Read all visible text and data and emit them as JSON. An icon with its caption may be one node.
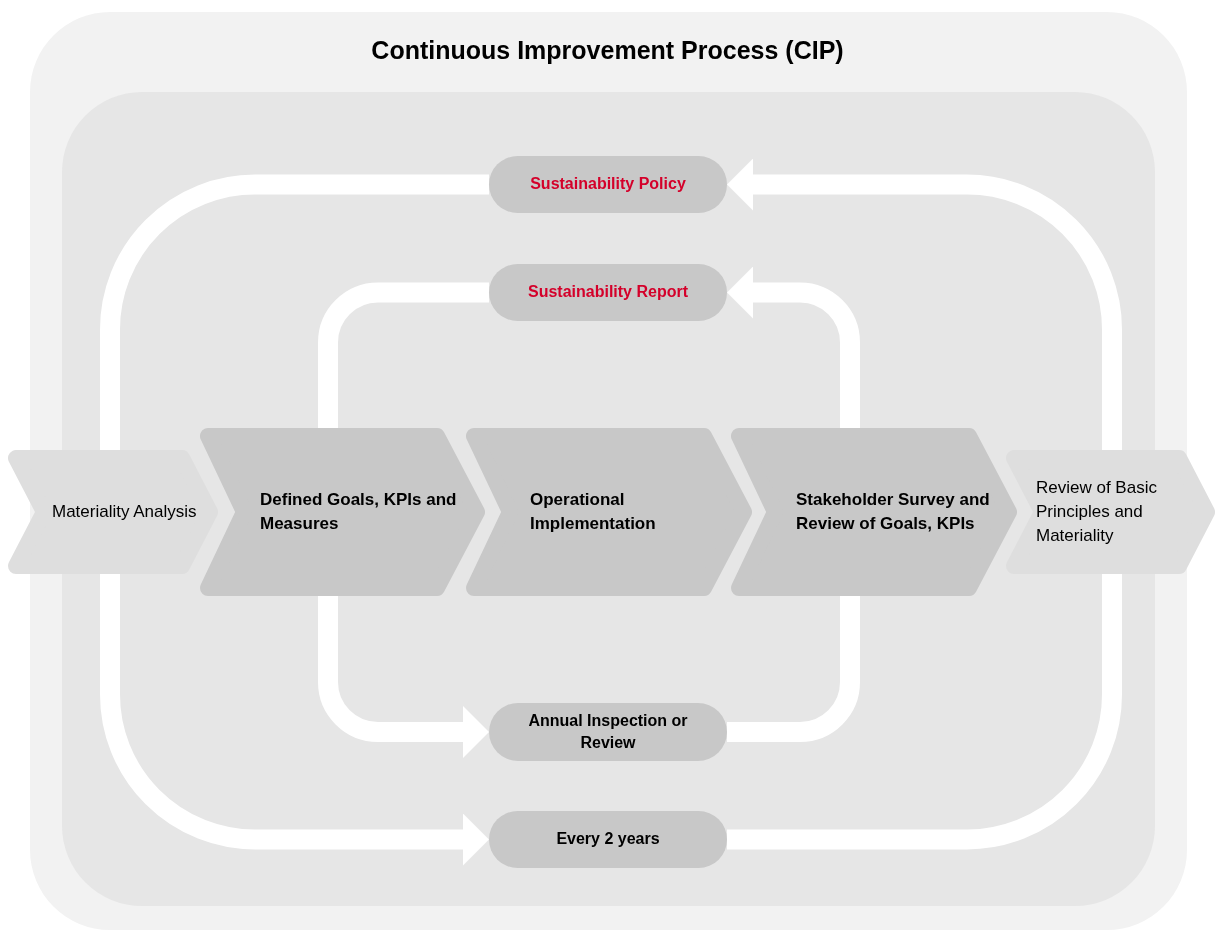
{
  "diagram": {
    "title": "Continuous Improvement Process (CIP)",
    "nodes": [
      {
        "text": [
          "Sustainability Policy"
        ]
      },
      {
        "text": [
          "Sustainability Report"
        ]
      },
      {
        "text": [
          "Materiality Analysis"
        ]
      },
      {
        "text": [
          "Defined Goals, KPIs and Measures"
        ]
      },
      {
        "text": [
          "Operational Implementation"
        ]
      },
      {
        "text": [
          "Stakeholder Survey and Review of Goals, KPIs"
        ]
      },
      {
        "text": [
          "Review of Basic Principles and Materiality"
        ]
      },
      {
        "text": [
          "Annual Inspection or Review"
        ]
      },
      {
        "text": [
          "Every 2 years"
        ]
      }
    ],
    "edges": [
      {
        "from": 6,
        "to": 0,
        "arrow": "to"
      },
      {
        "from": 0,
        "to": 2,
        "arrow": "none"
      },
      {
        "from": 5,
        "to": 1,
        "arrow": "to"
      },
      {
        "from": 1,
        "to": 3,
        "arrow": "none"
      },
      {
        "from": 3,
        "to": 7,
        "arrow": "to"
      },
      {
        "from": 7,
        "to": 5,
        "arrow": "none"
      },
      {
        "from": 2,
        "to": 8,
        "arrow": "to"
      },
      {
        "from": 8,
        "to": 6,
        "arrow": "none"
      }
    ]
  }
}
